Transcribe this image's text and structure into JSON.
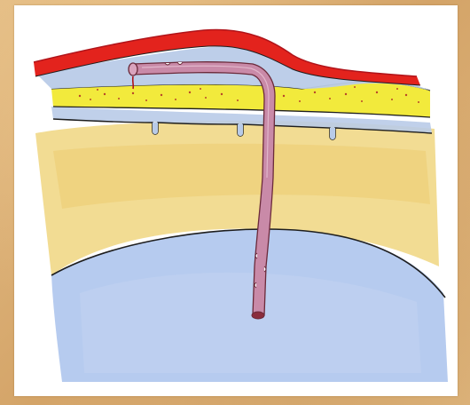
{
  "colors": {
    "background": "#d9b078",
    "paper": "#ffffff",
    "vessel_red": "#e3231d",
    "vessel_dark": "#b0141a",
    "bone_yellow": "#f2ea3c",
    "bone_dots": "#b7462a",
    "tissue_blue": "#b9cbe8",
    "fat_yellow": "#f1d98a",
    "cavity_blue": "#a9c2ec",
    "catheter_pink": "#c98aa8",
    "catheter_dark": "#6b2a3a",
    "outline": "#1e1e1e"
  },
  "layers": [
    "vessel-band",
    "fluid-band",
    "bone-plate",
    "membrane-line",
    "fat-tissue",
    "cavity",
    "catheter"
  ]
}
